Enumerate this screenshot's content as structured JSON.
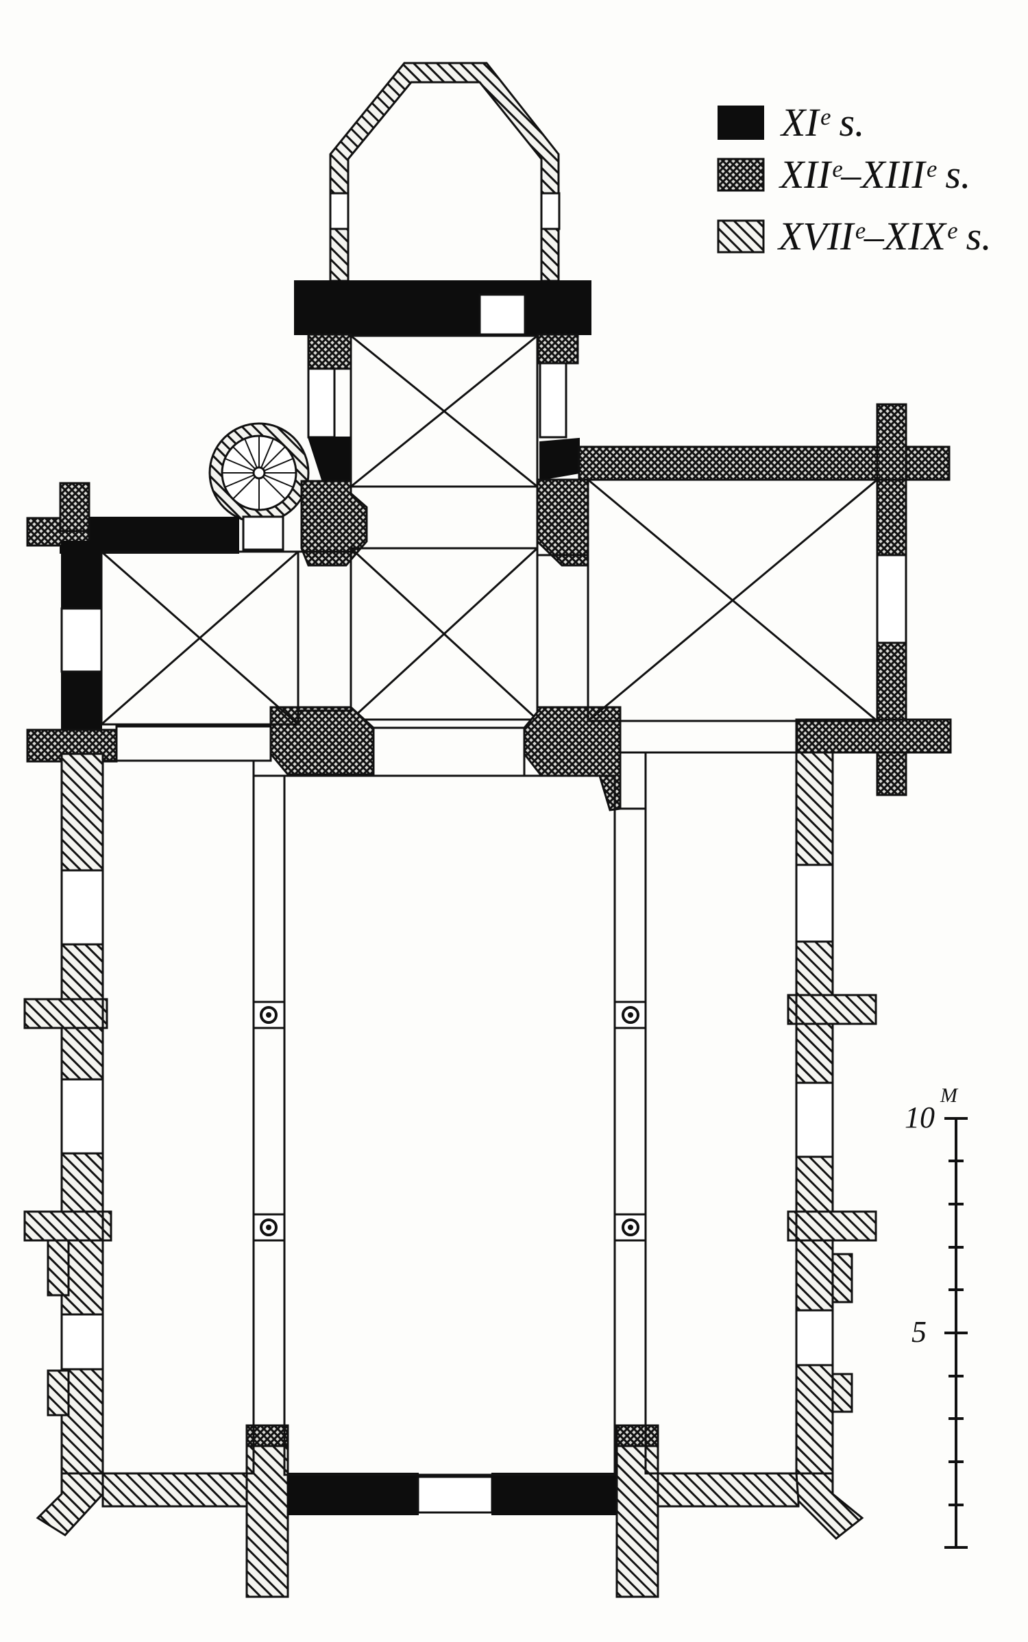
{
  "legend": {
    "items": [
      {
        "key": "xi",
        "label": "XIᵉ s."
      },
      {
        "key": "xii_xiii",
        "label": "XIIᵉ–XIIIᵉ s."
      },
      {
        "key": "xvii_xix",
        "label": "XVIIᵉ–XIXᵉ s."
      }
    ]
  },
  "scale": {
    "label_top": "10",
    "unit": "M",
    "label_mid": "5"
  },
  "colors": {
    "ink": "#111111",
    "paper": "#fdfdfb"
  }
}
